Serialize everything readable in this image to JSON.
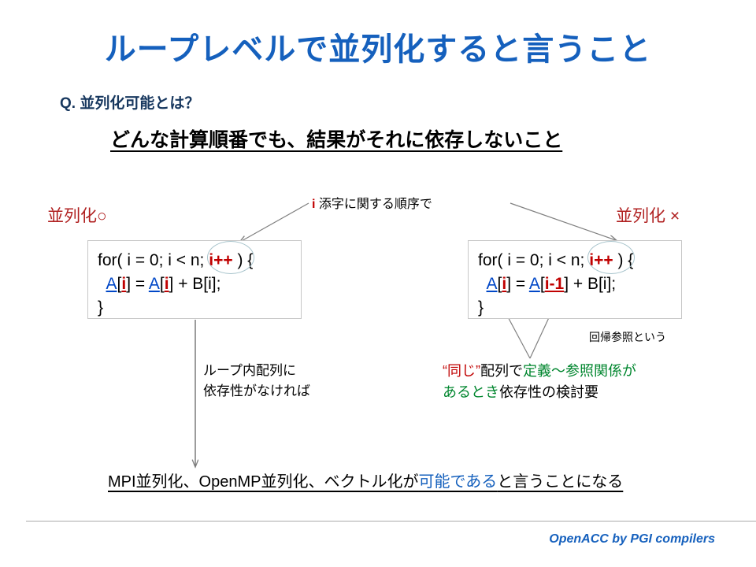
{
  "slide": {
    "title": "ループレベルで並列化すると言うこと",
    "title_color": "#1560bd",
    "background": "#ffffff"
  },
  "question": {
    "prompt": "Q. 並列化可能とは？",
    "prompt_color": "#17375e",
    "answer": "どんな計算順番でも、結果がそれに依存しないこと",
    "answer_color": "#000000"
  },
  "annotations": {
    "index_note_var": "i",
    "index_note_text": " 添字に関する順序で",
    "index_note_var_color": "#c00000",
    "recursion_note": "回帰参照という"
  },
  "verdicts": {
    "left": "並列化○",
    "right": "並列化 ×",
    "color": "#b02020"
  },
  "code_left": {
    "line1_a": "for( i = 0; i < n; ",
    "line1_i": "i++",
    "line1_b": " ) {",
    "line2_indent": "  ",
    "line2_arr1": "A",
    "line2_b1": "[",
    "line2_idx1": "i",
    "line2_b2": "] = ",
    "line2_arr2": "A",
    "line2_b3": "[",
    "line2_idx2": "i",
    "line2_b4": "] + B[i];",
    "line3": "}"
  },
  "code_right": {
    "line1_a": "for( i = 0; i < n; ",
    "line1_i": "i++",
    "line1_b": " ) {",
    "line2_indent": "  ",
    "line2_arr1": "A",
    "line2_b1": "[",
    "line2_idx1": "i",
    "line2_b2": "] = ",
    "line2_arr2": "A",
    "line2_b3": "[",
    "line2_idx2": "i-1",
    "line2_b4": "] + B[i];",
    "line3": "}"
  },
  "explain_left": {
    "line1": "ループ内配列に",
    "line2": "依存性がなければ"
  },
  "explain_right": {
    "seg1": "“同じ”",
    "seg2": "配列で",
    "seg3": "定義～参照関係が",
    "seg4": "あるとき",
    "seg5": "依存性の検討要",
    "red": "#c00000",
    "green": "#00862e"
  },
  "conclusion": {
    "seg1": "MPI並列化、OpenMP並列化、ベクトル化が",
    "seg2": "可能である",
    "seg3": "と言うことになる",
    "highlight_color": "#1560bd"
  },
  "footer": {
    "text": "OpenACC by PGI compilers",
    "color": "#1560bd"
  }
}
